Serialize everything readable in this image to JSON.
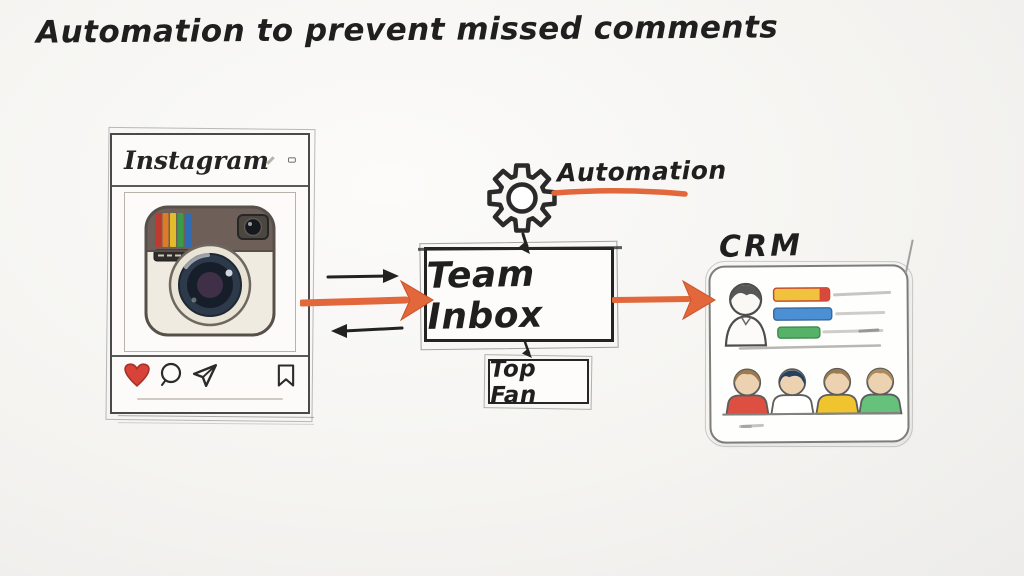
{
  "title": "Automation to prevent missed comments",
  "instagram_card": {
    "app_name": "Instagram",
    "header_icons": [
      "diamond-icon",
      "screen-icon"
    ],
    "action_icons": [
      "heart-icon",
      "comment-icon",
      "share-icon",
      "bookmark-icon"
    ]
  },
  "flow": {
    "automation_label": "Automation",
    "team_inbox_label": "Team Inbox",
    "top_fan_label": "Top Fan",
    "crm_label": "CRM"
  },
  "crm_card": {
    "profile_rows": 3,
    "contacts": 4
  },
  "colors": {
    "accent_orange": "#e2673a",
    "ink": "#242424",
    "heart_red": "#d84238",
    "stripe_red": "#bf3a2e",
    "stripe_orange": "#dd7c28",
    "stripe_yellow": "#e2bc2c",
    "stripe_green": "#3c9b47",
    "stripe_blue": "#2e6cb5",
    "camera_band": "#6e6058",
    "camera_body": "#f0ebe0",
    "lens_navy": "#2c3a4c",
    "lens_purple": "#3f3048",
    "bar_yellow": "#f1c23b",
    "bar_red": "#d7493b",
    "bar_blue": "#4b8fd4",
    "bar_green": "#56b169",
    "shirt_red": "#dc4f41",
    "shirt_white": "#ffffff",
    "shirt_yellow": "#efc42f",
    "shirt_green": "#66c17b",
    "hair_brown": "#9b7a50",
    "hair_dark_blue": "#26415f",
    "hair_tan": "#ac8a5c",
    "avatar_hair_gray": "#575757",
    "skin": "#ecd2b0"
  }
}
